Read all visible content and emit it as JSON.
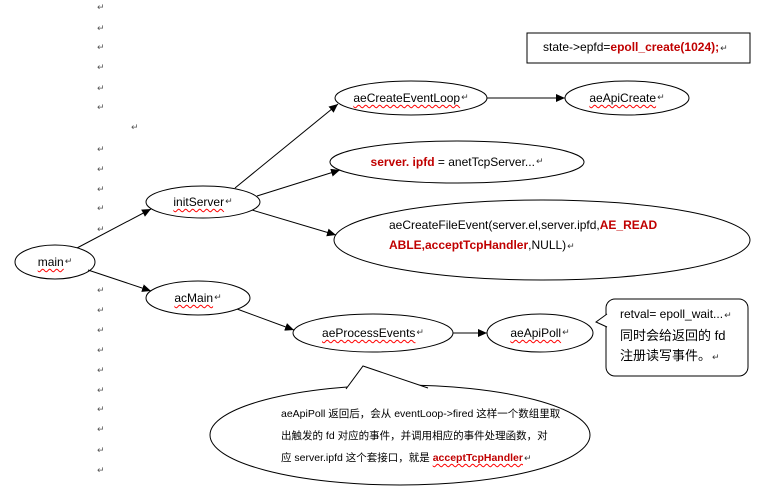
{
  "paragraph_mark": "↵",
  "nodes": {
    "main": "main",
    "init_server": "initServer",
    "ac_main": "acMain",
    "ae_create_event_loop": "aeCreateEventLoop",
    "ae_api_create": "aeApiCreate",
    "ae_process_events": "aeProcessEvents",
    "ae_api_poll": "aeApiPoll",
    "server_ipfd": {
      "highlight": "server. ipfd",
      "rest": " = anetTcpServer..."
    },
    "ae_create_file_event": {
      "line1": "aeCreateFileEvent(server.el,server.ipfd,",
      "line1_highlight": "AE_READ",
      "line2_highlight": "ABLE,acceptTcpHandler",
      "line2": ",NULL)"
    }
  },
  "notes": {
    "epoll_create": {
      "text": "state->epfd=",
      "highlight": "epoll_create(1024);"
    },
    "epoll_wait": {
      "line1": "retval= epoll_wait...",
      "line2": "同时会给返回的 fd",
      "line3": "注册读写事件。"
    },
    "ae_api_poll_explain": {
      "line1": "aeApiPoll 返回后，会从 eventLoop->fired 这样一个数组里取",
      "line2": "出触发的 fd 对应的事件，并调用相应的事件处理函数，对",
      "line3": "应 server.ipfd 这个套接口，就是 ",
      "line3_highlight": "acceptTcpHandler"
    }
  },
  "colors": {
    "highlight": "#c00000",
    "stroke": "#000000",
    "spellcheck_underline": "#ff0000",
    "background": "#ffffff"
  }
}
